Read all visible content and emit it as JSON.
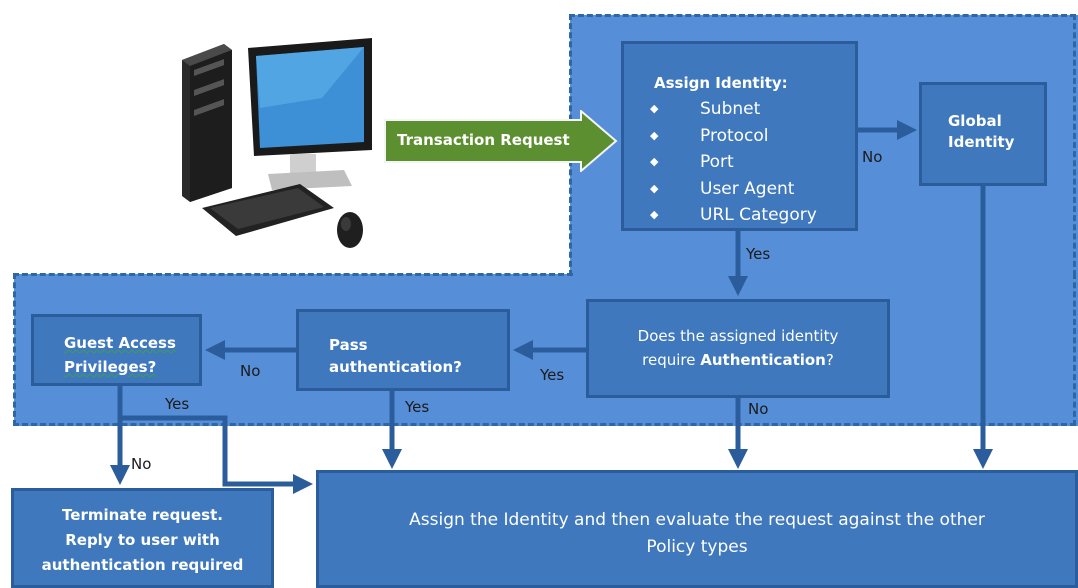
{
  "transaction_request": "Transaction Request",
  "assign_identity": {
    "title": "Assign Identity:",
    "items": [
      "Subnet",
      "Protocol",
      "Port",
      "User Agent",
      "URL Category"
    ]
  },
  "global_identity": {
    "line1": "Global",
    "line2": "Identity"
  },
  "auth_question": {
    "line1": "Does the assigned identity",
    "line2_prefix": "require ",
    "line2_bold": "Authentication",
    "line2_suffix": "?"
  },
  "pass_auth": {
    "line1": "Pass",
    "line2": "authentication?"
  },
  "guest_access": {
    "line1": "Guest Access",
    "line2": "Privileges?"
  },
  "terminate": {
    "line1": "Terminate request.",
    "line2": "Reply to user with",
    "line3": "authentication required"
  },
  "final": {
    "line1": "Assign the Identity and then evaluate the request against the other",
    "line2": "Policy types"
  },
  "labels": {
    "yes": "Yes",
    "no": "No"
  },
  "colors": {
    "region": "#568ed7",
    "box": "#3f78bd",
    "box_border": "#2b5d9c",
    "arrow": "#2b5d9c",
    "green_arrow": "#5b8f30"
  }
}
